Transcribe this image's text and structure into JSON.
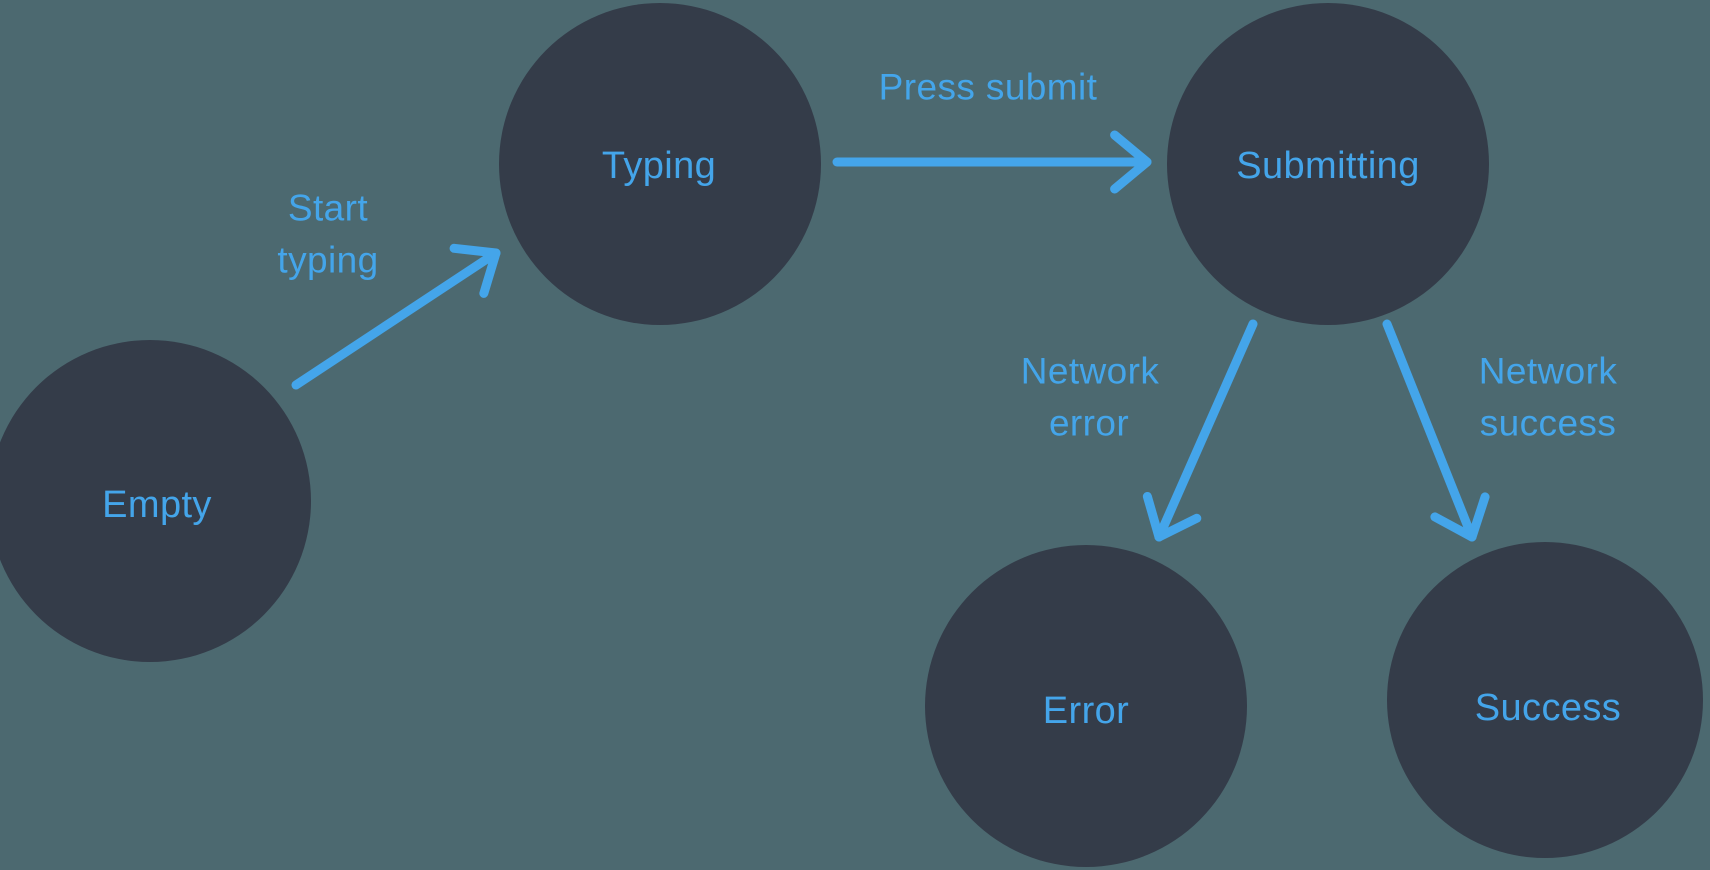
{
  "diagram_type": "state-machine",
  "colors": {
    "background": "#4C6970",
    "node_fill": "#343C49",
    "accent": "#44A5EA"
  },
  "nodes": [
    {
      "id": "empty",
      "label": "Empty"
    },
    {
      "id": "typing",
      "label": "Typing"
    },
    {
      "id": "submitting",
      "label": "Submitting"
    },
    {
      "id": "error",
      "label": "Error"
    },
    {
      "id": "success",
      "label": "Success"
    }
  ],
  "edges": [
    {
      "from": "empty",
      "to": "typing",
      "label": "Start typing",
      "label_lines": [
        "Start",
        "typing"
      ]
    },
    {
      "from": "typing",
      "to": "submitting",
      "label": "Press submit",
      "label_lines": [
        "Press submit"
      ]
    },
    {
      "from": "submitting",
      "to": "error",
      "label": "Network error",
      "label_lines": [
        "Network",
        "error"
      ]
    },
    {
      "from": "submitting",
      "to": "success",
      "label": "Network success",
      "label_lines": [
        "Network",
        "success"
      ]
    }
  ]
}
